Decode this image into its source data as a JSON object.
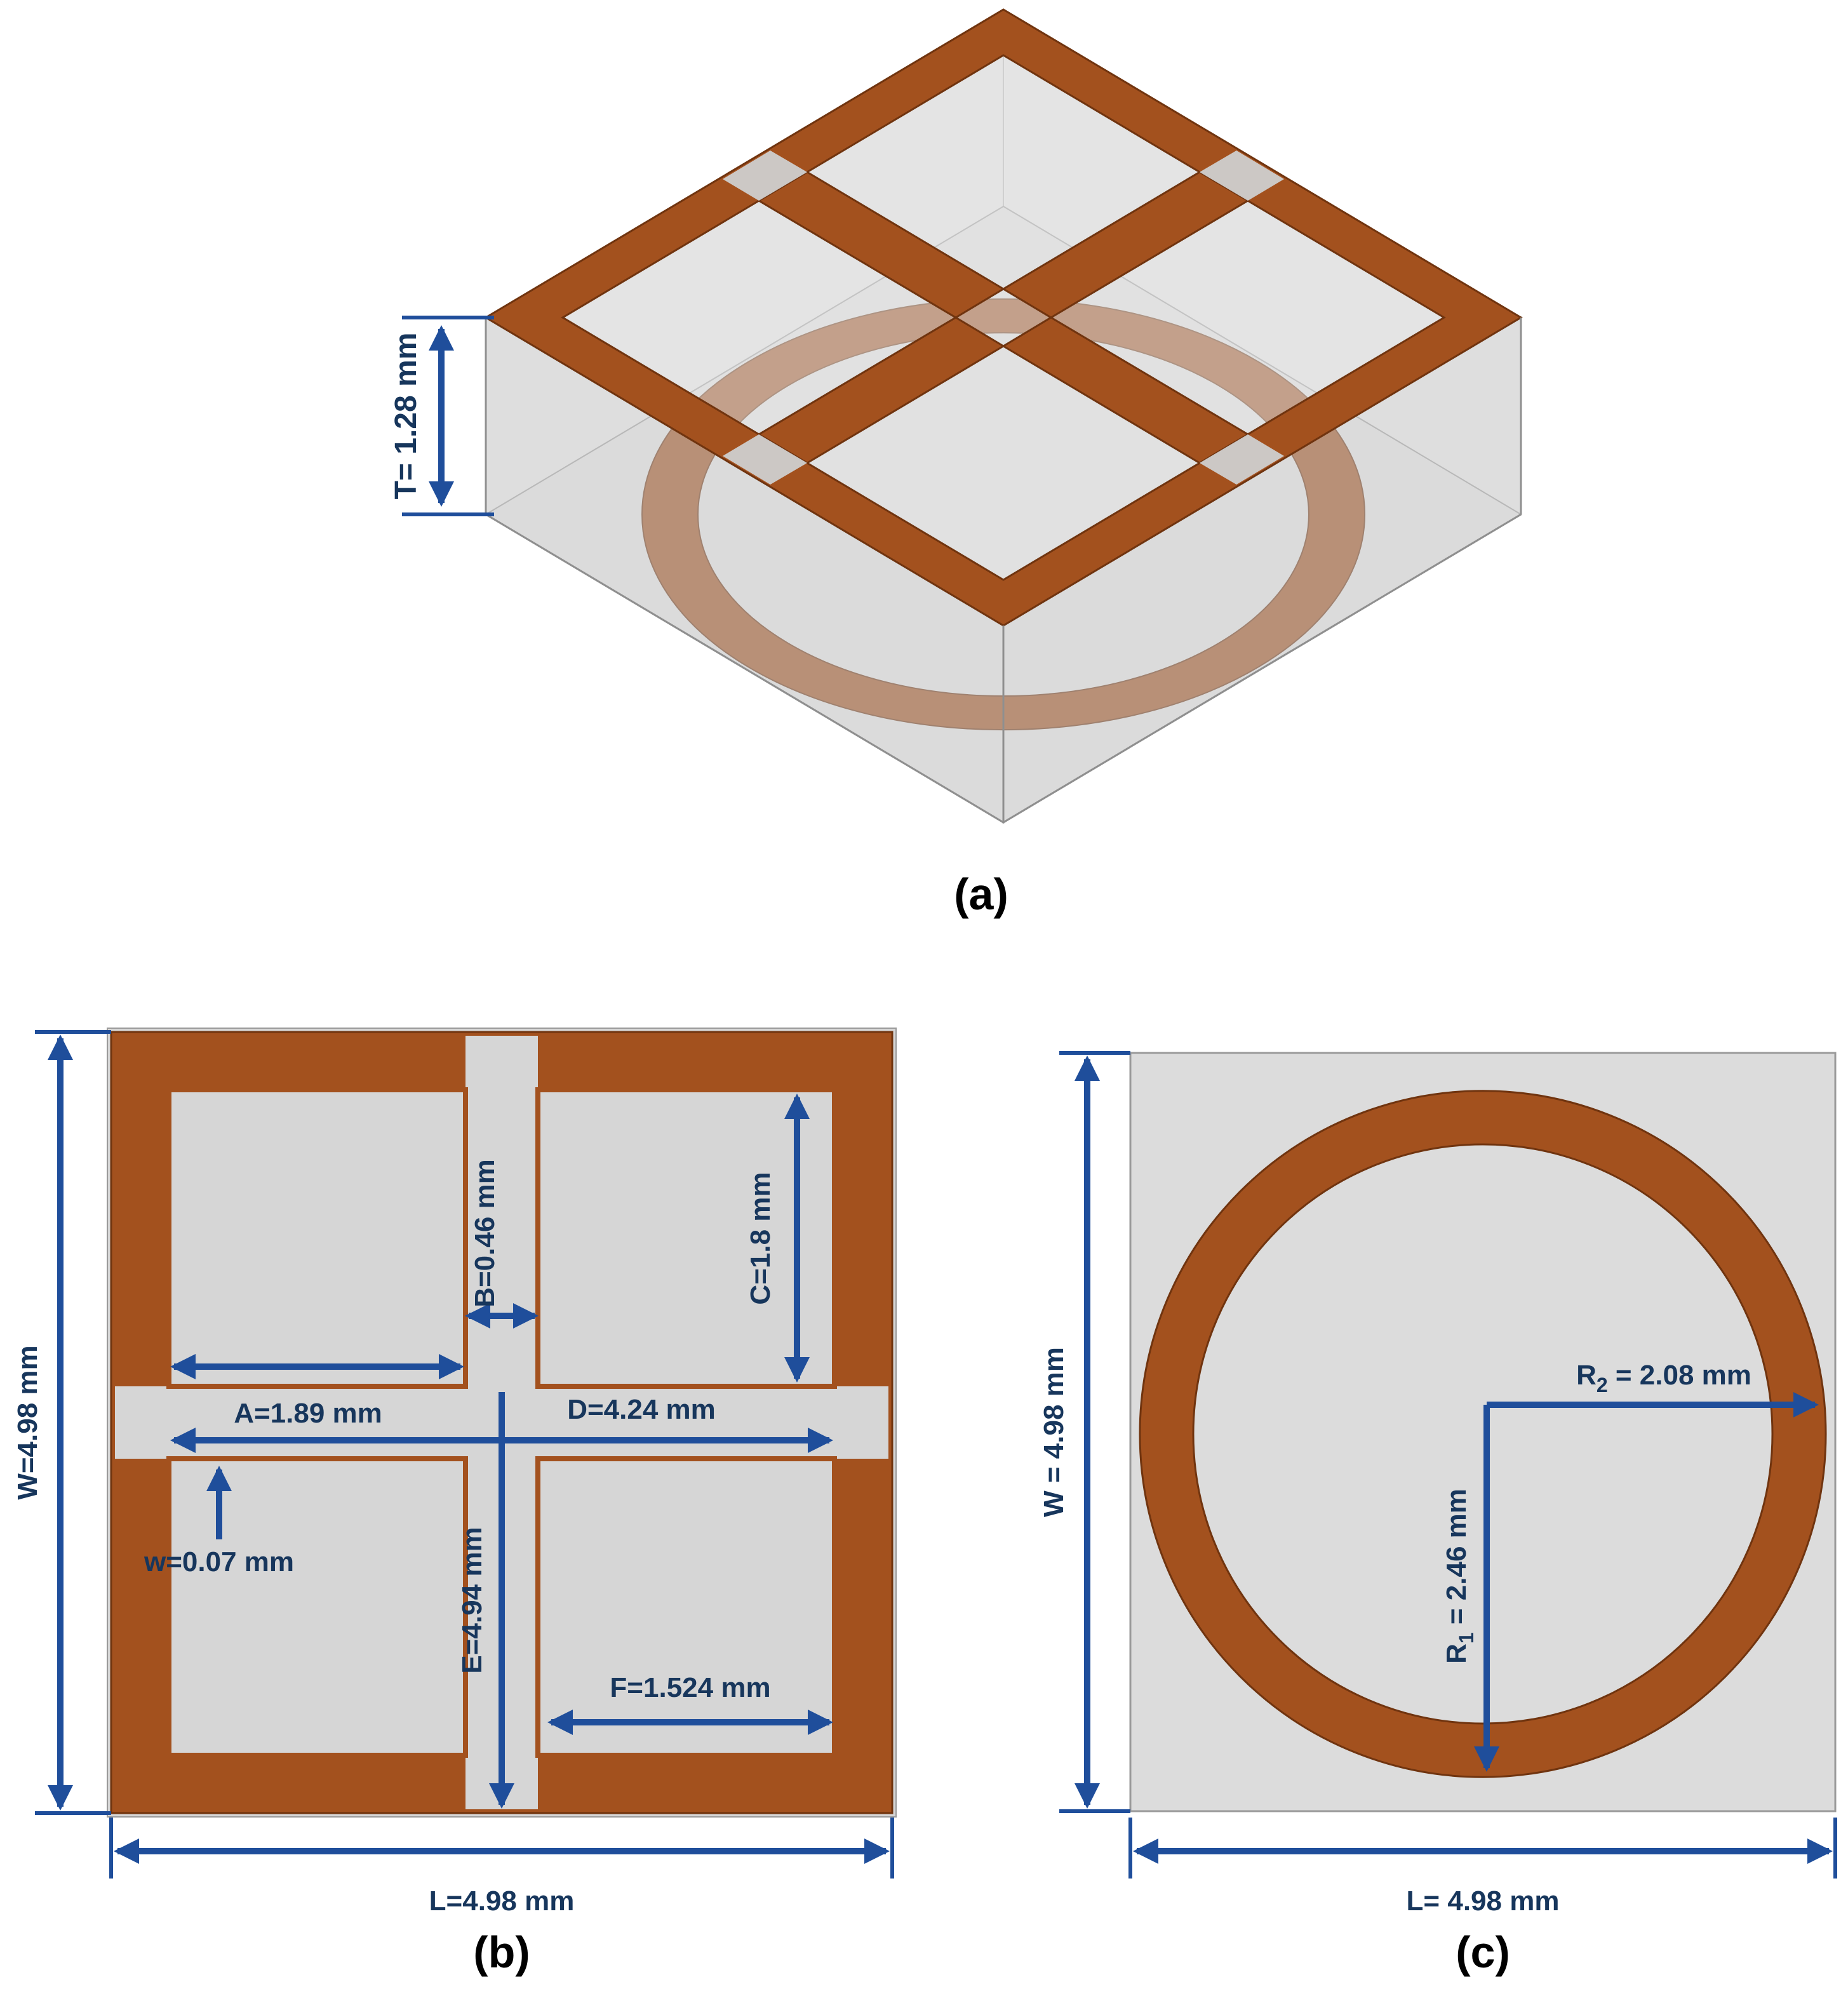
{
  "figure": {
    "panels": {
      "a": {
        "caption": "(a)",
        "dims": {
          "T": "T= 1.28 mm"
        }
      },
      "b": {
        "caption": "(b)",
        "dims": {
          "W": "W=4.98 mm",
          "L": "L=4.98 mm",
          "A": "A=1.89 mm",
          "B": "B=0.46 mm",
          "C": "C=1.8 mm",
          "D": "D=4.24 mm",
          "E": "E=4.94 mm",
          "F": "F=1.524 mm",
          "w": "w=0.07 mm"
        }
      },
      "c": {
        "caption": "(c)",
        "dims": {
          "W": "W = 4.98 mm",
          "L": "L= 4.98 mm",
          "R1": {
            "prefix": "R",
            "sub": "1",
            "rest": " = 2.46 mm"
          },
          "R2": {
            "prefix": "R",
            "sub": "2",
            "rest": " = 2.08 mm"
          }
        }
      }
    },
    "colors": {
      "copper": "#A3511E",
      "copper_dark": "#70340F",
      "substrate": "#D6D6D6",
      "substrate_edge": "#9A9A9A",
      "arrow_blue": "#1F4E9B",
      "dim_text": "#17365C",
      "caption_text": "#000000",
      "background": "#FFFFFF"
    }
  }
}
